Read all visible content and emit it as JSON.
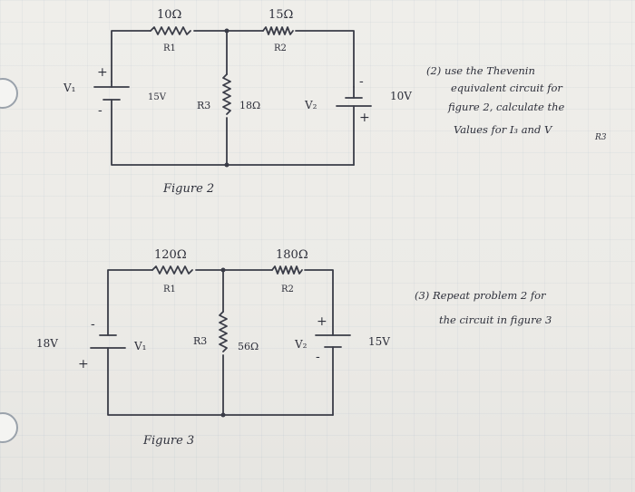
{
  "figure2": {
    "r1_value": "10Ω",
    "r1_name": "R1",
    "r2_value": "15Ω",
    "r2_name": "R2",
    "r3_name": "R3",
    "r3_value": "18Ω",
    "v1_name": "V₁",
    "v1_value": "15V",
    "v2_name": "V₂",
    "v2_value": "10V",
    "plus": "+",
    "minus": "-",
    "caption": "Figure 2"
  },
  "figure3": {
    "r1_value": "120Ω",
    "r1_name": "R1",
    "r2_value": "180Ω",
    "r2_name": "R2",
    "r3_name": "R3",
    "r3_value": "56Ω",
    "v1_name": "V₁",
    "v1_value": "18V",
    "v2_name": "V₂",
    "v2_value": "15V",
    "plus": "+",
    "minus": "-",
    "caption": "Figure 3"
  },
  "problem2": {
    "line1": "(2) use the Thevenin",
    "line2": "equivalent circuit for",
    "line3": "figure 2, calculate the",
    "line4": "Values for I₃ and V",
    "line4_sub": "R3"
  },
  "problem3": {
    "line1": "(3) Repeat problem 2 for",
    "line2": "the circuit in figure 3"
  }
}
